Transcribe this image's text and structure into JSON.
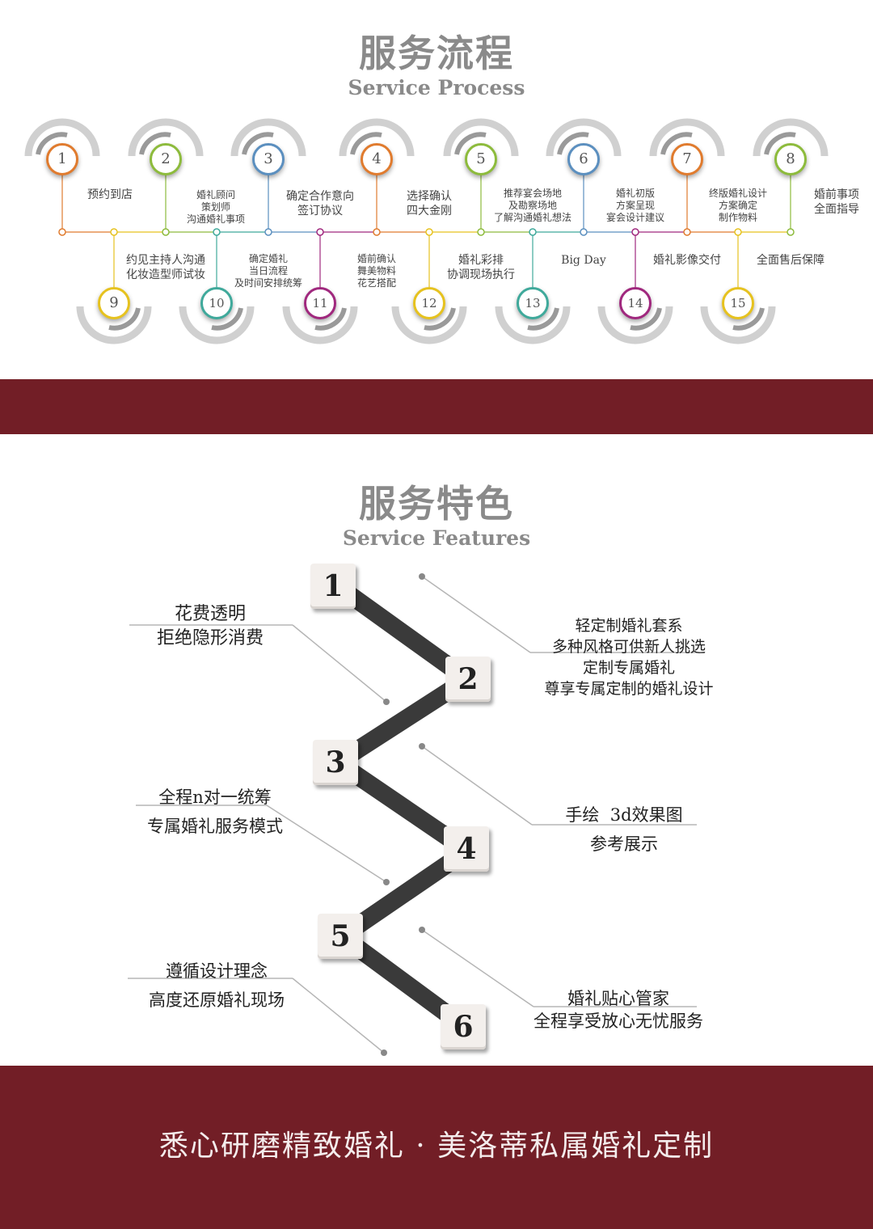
{
  "process": {
    "title_cn": "服务流程",
    "title_en": "Service Process",
    "steps_top": [
      {
        "num": "1",
        "label": "预约到店",
        "color": "#e07b2e"
      },
      {
        "num": "2",
        "label": "婚礼顾问\n策划师\n沟通婚礼事项",
        "color": "#8dbb3c"
      },
      {
        "num": "3",
        "label": "确定合作意向\n签订协议",
        "color": "#5b8fbf"
      },
      {
        "num": "4",
        "label": "选择确认\n四大金刚",
        "color": "#e07b2e"
      },
      {
        "num": "5",
        "label": "推荐宴会场地\n及勘察场地\n了解沟通婚礼想法",
        "color": "#8dbb3c"
      },
      {
        "num": "6",
        "label": "婚礼初版\n方案呈现\n宴会设计建议",
        "color": "#5b8fbf"
      },
      {
        "num": "7",
        "label": "终版婚礼设计\n方案确定\n制作物料",
        "color": "#e07b2e"
      },
      {
        "num": "8",
        "label": "婚前事项\n全面指导",
        "color": "#8dbb3c"
      }
    ],
    "steps_bottom": [
      {
        "num": "9",
        "label": "约见主持人沟通\n化妆造型师试妆",
        "color": "#e6c21f"
      },
      {
        "num": "10",
        "label": "确定婚礼\n当日流程\n及时间安排统筹",
        "color": "#3fa99b"
      },
      {
        "num": "11",
        "label": "婚前确认\n舞美物料\n花艺搭配",
        "color": "#a0287e"
      },
      {
        "num": "12",
        "label": "婚礼彩排\n协调现场执行",
        "color": "#e6c21f"
      },
      {
        "num": "13",
        "label": "Big Day",
        "color": "#3fa99b"
      },
      {
        "num": "14",
        "label": "婚礼影像交付",
        "color": "#a0287e"
      },
      {
        "num": "15",
        "label": "全面售后保障",
        "color": "#e6c21f"
      }
    ]
  },
  "features": {
    "title_cn": "服务特色",
    "title_en": "Service Features",
    "blocks": [
      "1",
      "2",
      "3",
      "4",
      "5",
      "6"
    ],
    "items": [
      {
        "line1": "花费透明",
        "line2": "拒绝隐形消费"
      },
      {
        "line1": "轻定制婚礼套系",
        "line2": "多种风格可供新人挑选",
        "line3": "定制专属婚礼",
        "line4": "尊享专属定制的婚礼设计"
      },
      {
        "line1": "全程n对一统筹",
        "line2": "专属婚礼服务模式"
      },
      {
        "line1": "手绘  3d效果图",
        "line2": "参考展示"
      },
      {
        "line1": "遵循设计理念",
        "line2": "高度还原婚礼现场"
      },
      {
        "line1": "婚礼贴心管家",
        "line2": "全程享受放心无忧服务"
      }
    ]
  },
  "footer": {
    "slogan": "悉心研磨精致婚礼 · 美洛蒂私属婚礼定制"
  },
  "colors": {
    "band": "#721e26",
    "title_gray": "#8a8a8a"
  }
}
